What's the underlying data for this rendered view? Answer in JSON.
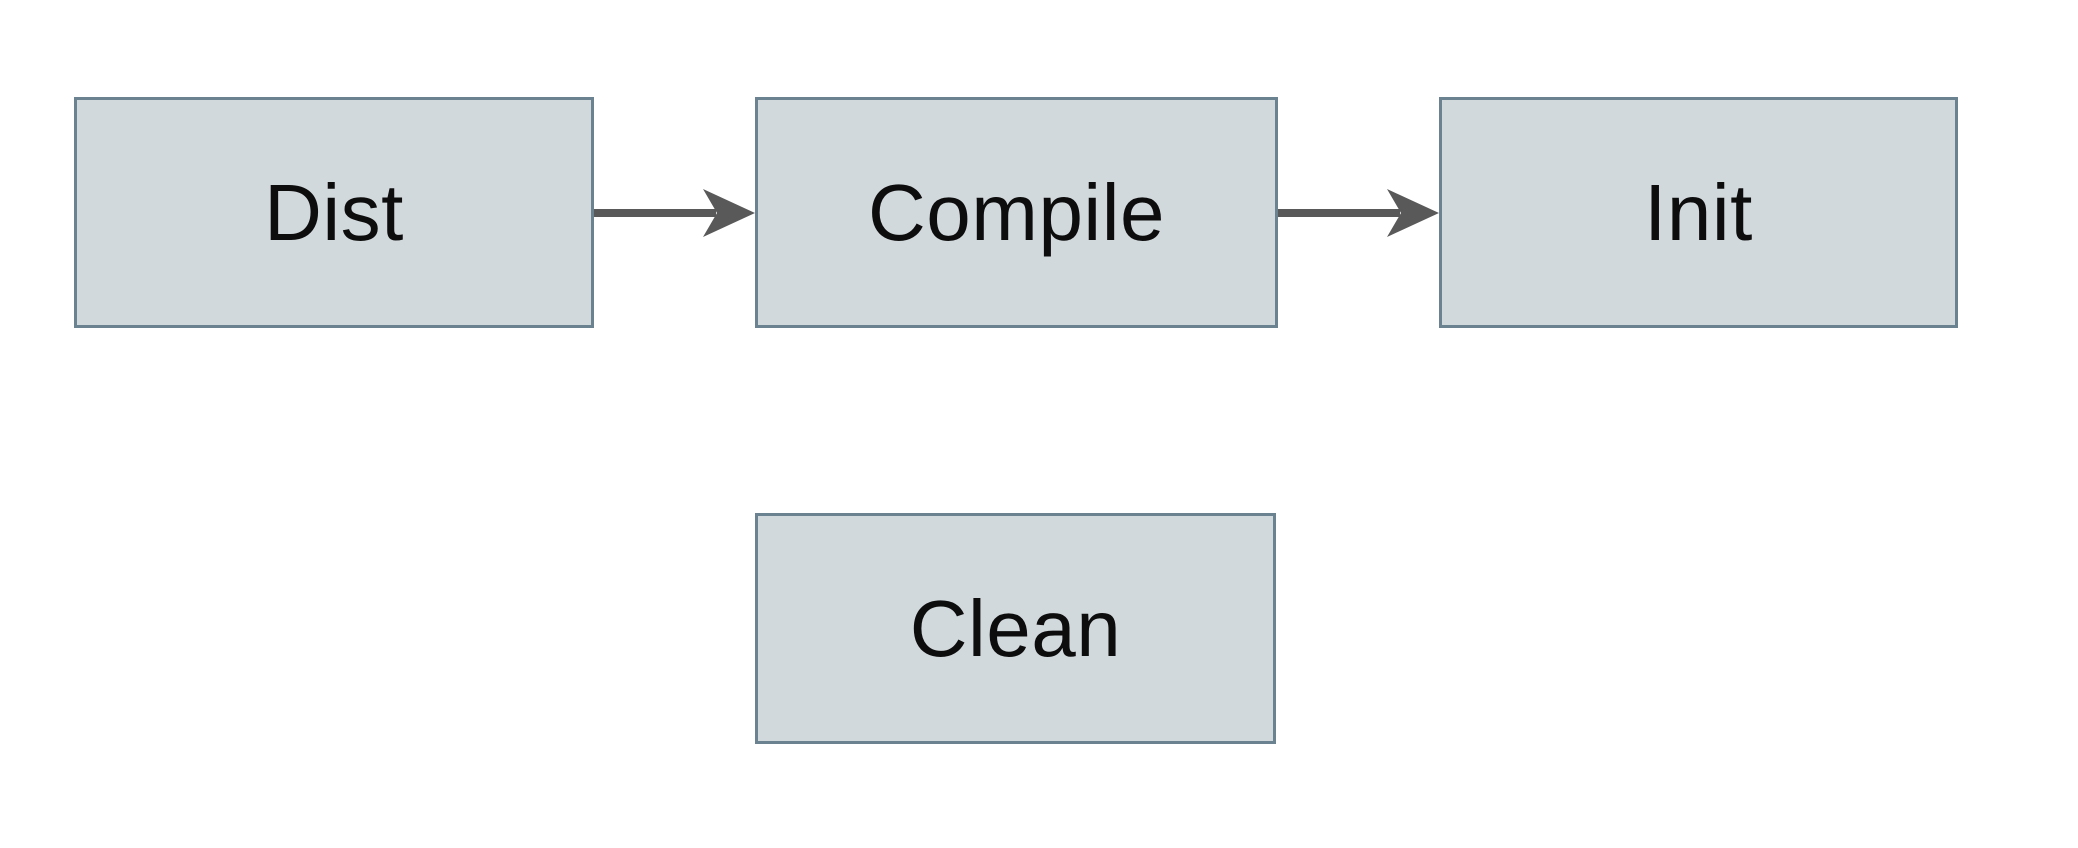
{
  "diagram": {
    "type": "flowchart",
    "colors": {
      "canvas_bg": "#ffffff",
      "node_fill": "#d2d9dc",
      "node_border": "#6b8391",
      "node_text": "#0d0d0d",
      "arrow_color": "#595959"
    },
    "nodes": [
      {
        "id": "dist",
        "label": "Dist"
      },
      {
        "id": "compile",
        "label": "Compile"
      },
      {
        "id": "init",
        "label": "Init"
      },
      {
        "id": "clean",
        "label": "Clean"
      }
    ],
    "edges": [
      {
        "from": "Dist",
        "to": "Compile",
        "style": "solid-arrow"
      },
      {
        "from": "Compile",
        "to": "Init",
        "style": "solid-arrow"
      }
    ]
  }
}
